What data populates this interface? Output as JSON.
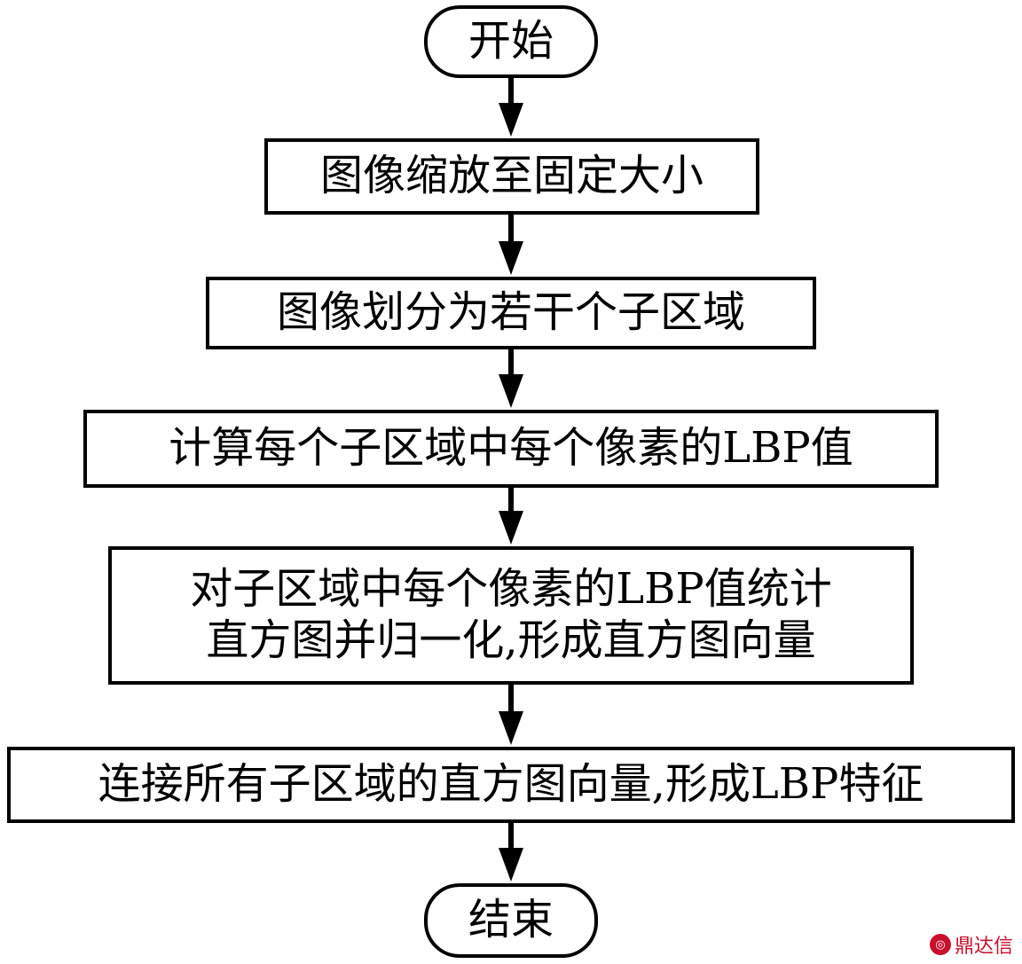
{
  "flowchart": {
    "start": "开始",
    "steps": [
      "图像缩放至固定大小",
      "图像划分为若干个子区域",
      "计算每个子区域中每个像素的LBP值",
      [
        "对子区域中每个像素的LBP值统计",
        "直方图并归一化,形成直方图向量"
      ],
      "连接所有子区域的直方图向量,形成LBP特征"
    ],
    "end": "结束"
  },
  "watermark": {
    "text": "鼎达信",
    "color": "#c8102e"
  }
}
